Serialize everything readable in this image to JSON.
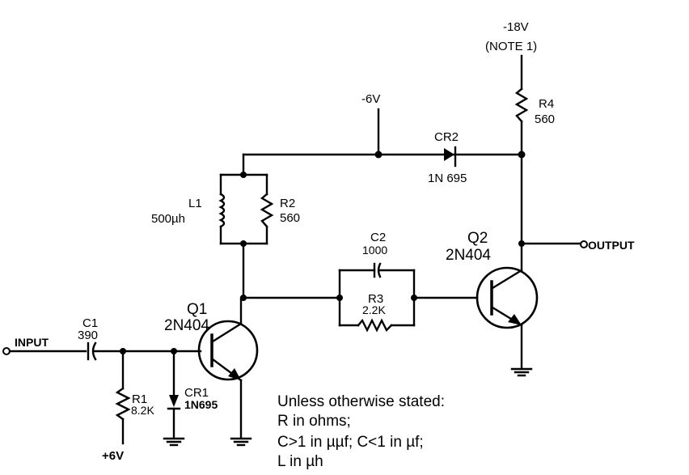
{
  "diagram": {
    "type": "circuit-schematic",
    "terminals": {
      "input": "INPUT",
      "output": "OUTPUT"
    },
    "supplies": {
      "neg18": "-18V",
      "neg18_note": "(NOTE 1)",
      "neg6": "-6V",
      "pos6": "+6V"
    },
    "components": {
      "C1": {
        "ref": "C1",
        "value": "390"
      },
      "R1": {
        "ref": "R1",
        "value": "8.2K"
      },
      "CR1": {
        "ref": "CR1",
        "value": "1N695"
      },
      "Q1": {
        "ref": "Q1",
        "value": "2N404"
      },
      "L1": {
        "ref": "L1",
        "value": "500µh"
      },
      "R2": {
        "ref": "R2",
        "value": "560"
      },
      "C2": {
        "ref": "C2",
        "value": "1000"
      },
      "R3": {
        "ref": "R3",
        "value": "2.2K"
      },
      "Q2": {
        "ref": "Q2",
        "value": "2N404"
      },
      "CR2": {
        "ref": "CR2",
        "value": "1N 695"
      },
      "R4": {
        "ref": "R4",
        "value": "560"
      }
    },
    "notes": [
      "Unless otherwise stated:",
      "R in ohms;",
      "C>1 in µµf; C<1 in µf;",
      "L in µh"
    ]
  }
}
